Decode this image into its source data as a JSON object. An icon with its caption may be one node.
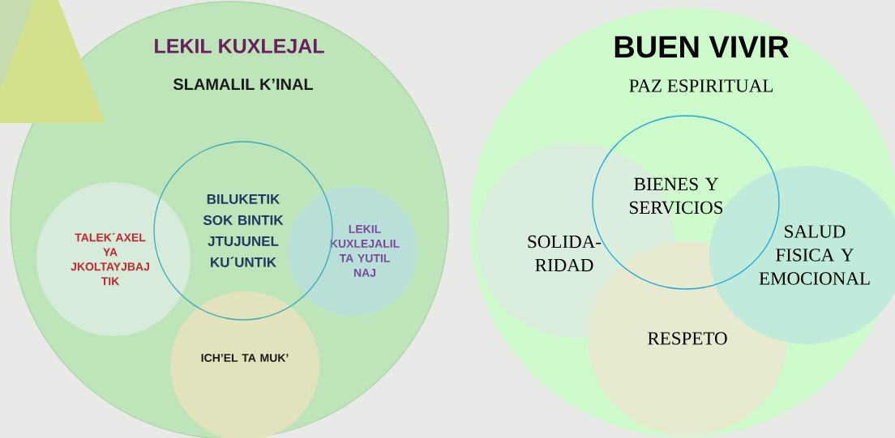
{
  "diagram": {
    "nodes": [
      {
        "text": [
          "LEKIL KUXLEJAL",
          "SLAMALIL K’INAL"
        ]
      },
      {
        "text": [
          "BILUKETIK SOK BINTIK JTUJUNEL KU´UNTIK"
        ],
        "in": 0
      },
      {
        "text": [
          "TALEK´AXEL YA JKOLTAYJBAJ TIK"
        ],
        "in": 0
      },
      {
        "text": [
          "LEKIL KUXLEJALIL TA YUTIL NAJ"
        ],
        "in": 0
      },
      {
        "text": [
          "ICH’EL TA MUK’"
        ],
        "in": 0
      },
      {
        "text": [
          "BUEN VIVIR",
          "PAZ ESPIRITUAL"
        ]
      },
      {
        "text": [
          "BIENES Y SERVICIOS"
        ],
        "in": 5
      },
      {
        "text": [
          "SOLIDA- RIDAD"
        ],
        "in": 5
      },
      {
        "text": [
          "SALUD FISICA Y EMOCIONAL"
        ],
        "in": 5
      },
      {
        "text": [
          "RESPETO"
        ],
        "in": 5
      }
    ]
  }
}
